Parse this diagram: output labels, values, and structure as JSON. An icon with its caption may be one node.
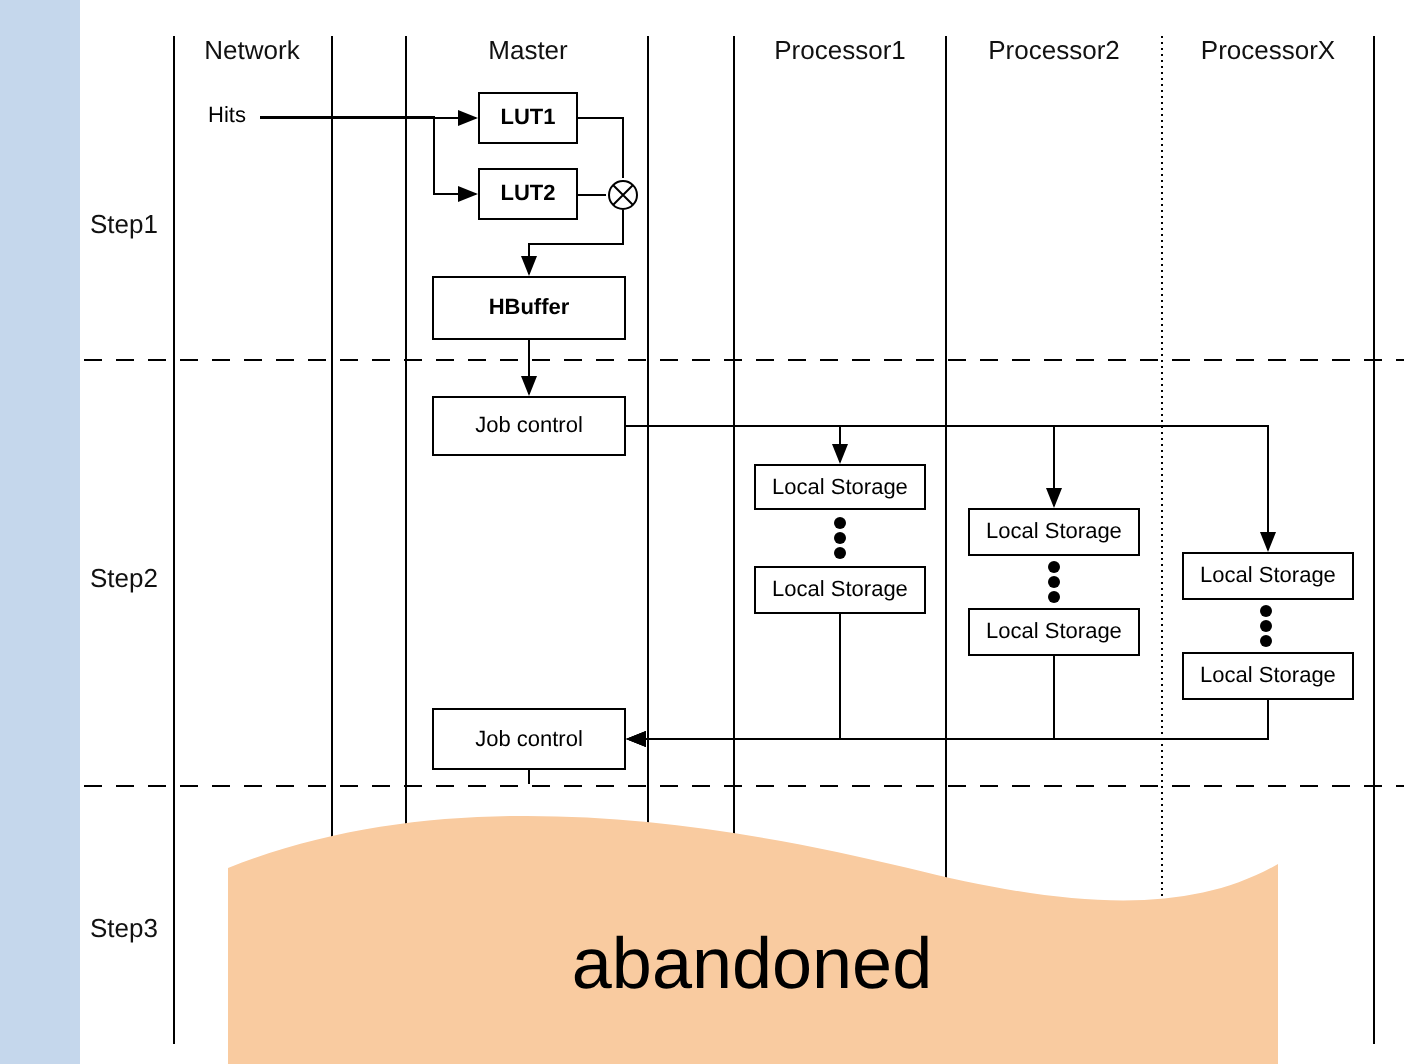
{
  "diagram": {
    "nodes": [
      {
        "text": [
          "Hits"
        ]
      },
      {
        "text": [
          "LUT1"
        ]
      },
      {
        "text": [
          "LUT2"
        ]
      },
      {
        "text": [],
        "shape": "circle"
      },
      {
        "text": [
          "HBuffer"
        ]
      },
      {
        "text": [
          "Job control"
        ]
      },
      {
        "text": [
          "Local Storage"
        ]
      },
      {
        "text": [
          "Local Storage"
        ]
      },
      {
        "text": [
          "Local Storage"
        ]
      },
      {
        "text": [
          "Local Storage"
        ]
      },
      {
        "text": [
          "Local Storage"
        ]
      },
      {
        "text": [
          "Local Storage"
        ]
      },
      {
        "text": [
          "Job control"
        ]
      },
      {
        "text": [
          "abandoned"
        ]
      }
    ],
    "edges": [
      {
        "from": 0,
        "to": 1,
        "arrow": "to"
      },
      {
        "from": 0,
        "to": 2,
        "arrow": "to"
      },
      {
        "from": 1,
        "to": 3,
        "arrow": "none"
      },
      {
        "from": 2,
        "to": 3,
        "arrow": "none"
      },
      {
        "from": 3,
        "to": 4,
        "arrow": "to"
      },
      {
        "from": 4,
        "to": 5,
        "arrow": "to"
      },
      {
        "from": 5,
        "to": 6,
        "arrow": "to"
      },
      {
        "from": 5,
        "to": 8,
        "arrow": "to"
      },
      {
        "from": 5,
        "to": 10,
        "arrow": "to"
      },
      {
        "from": 7,
        "to": 12,
        "arrow": "to"
      },
      {
        "from": 9,
        "to": 12,
        "arrow": "to"
      },
      {
        "from": 11,
        "to": 12,
        "arrow": "to"
      },
      {
        "from": 12,
        "to": null,
        "arrow": "none"
      }
    ],
    "labels": [
      "Network",
      "Master",
      "Processor1",
      "Processor2",
      "ProcessorX",
      "Step1",
      "Step2",
      "Step3"
    ]
  }
}
